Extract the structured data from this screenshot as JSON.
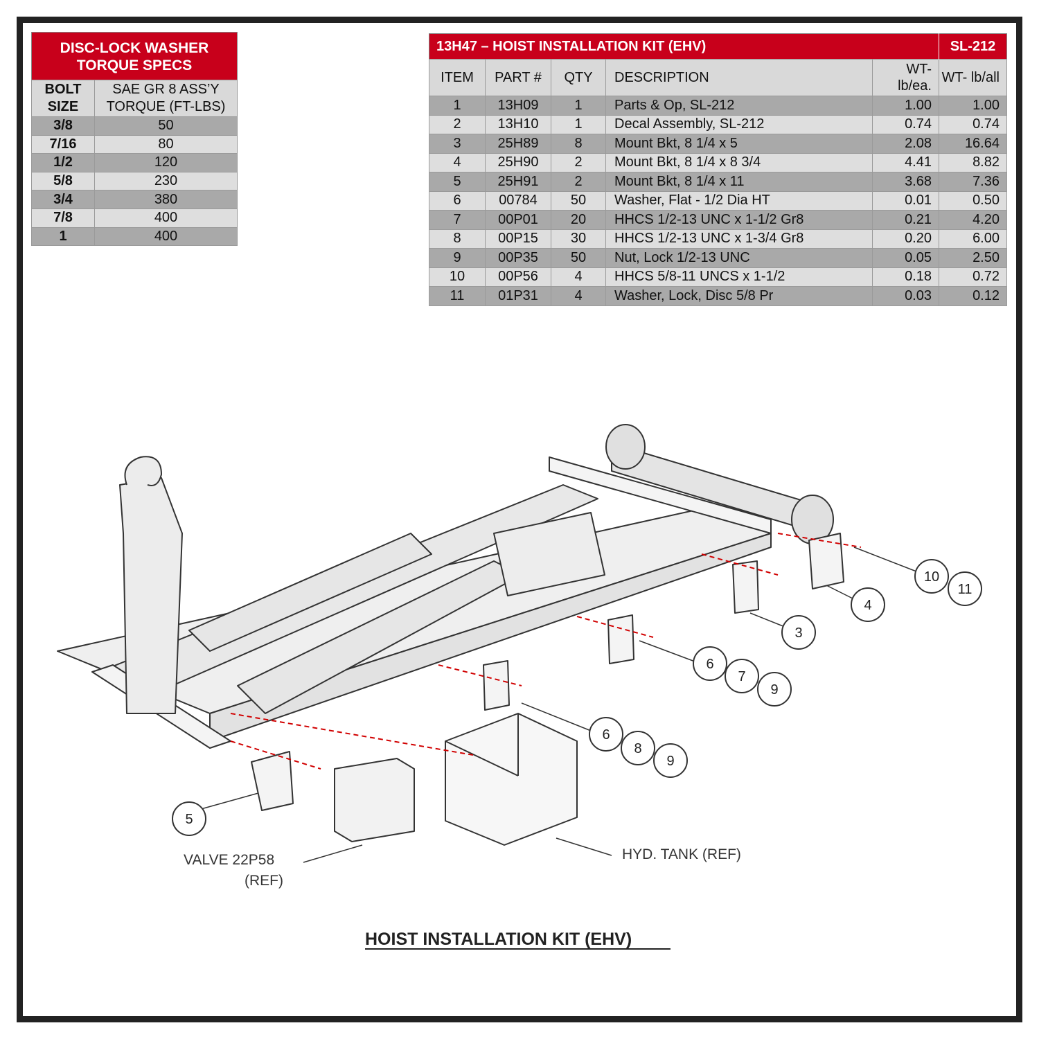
{
  "torque_table": {
    "title": "DISC-LOCK WASHER TORQUE SPECS",
    "col_bolt": "BOLT SIZE",
    "col_torque": "SAE GR 8 ASS’Y TORQUE (FT-LBS)",
    "rows": [
      {
        "size": "3/8",
        "torque": "50"
      },
      {
        "size": "7/16",
        "torque": "80"
      },
      {
        "size": "1/2",
        "torque": "120"
      },
      {
        "size": "5/8",
        "torque": "230"
      },
      {
        "size": "3/4",
        "torque": "380"
      },
      {
        "size": "7/8",
        "torque": "400"
      },
      {
        "size": "1",
        "torque": "400"
      }
    ]
  },
  "kit_table": {
    "title": "13H47 – HOIST INSTALLATION KIT (EHV)",
    "model": "SL-212",
    "headers": {
      "item": "ITEM",
      "part": "PART #",
      "qty": "QTY",
      "desc": "DESCRIPTION",
      "wt_ea": "WT- lb/ea.",
      "wt_all": "WT- lb/all"
    },
    "rows": [
      {
        "item": "1",
        "part": "13H09",
        "qty": "1",
        "desc": "Parts & Op, SL-212",
        "wt_ea": "1.00",
        "wt_all": "1.00"
      },
      {
        "item": "2",
        "part": "13H10",
        "qty": "1",
        "desc": "Decal Assembly, SL-212",
        "wt_ea": "0.74",
        "wt_all": "0.74"
      },
      {
        "item": "3",
        "part": "25H89",
        "qty": "8",
        "desc": "Mount Bkt, 8 1/4 x 5",
        "wt_ea": "2.08",
        "wt_all": "16.64"
      },
      {
        "item": "4",
        "part": "25H90",
        "qty": "2",
        "desc": "Mount Bkt, 8 1/4 x 8 3/4",
        "wt_ea": "4.41",
        "wt_all": "8.82"
      },
      {
        "item": "5",
        "part": "25H91",
        "qty": "2",
        "desc": "Mount Bkt, 8 1/4 x 11",
        "wt_ea": "3.68",
        "wt_all": "7.36"
      },
      {
        "item": "6",
        "part": "00784",
        "qty": "50",
        "desc": "Washer, Flat - 1/2 Dia HT",
        "wt_ea": "0.01",
        "wt_all": "0.50"
      },
      {
        "item": "7",
        "part": "00P01",
        "qty": "20",
        "desc": "HHCS 1/2-13 UNC x 1-1/2 Gr8",
        "wt_ea": "0.21",
        "wt_all": "4.20"
      },
      {
        "item": "8",
        "part": "00P15",
        "qty": "30",
        "desc": "HHCS 1/2-13 UNC x 1-3/4  Gr8",
        "wt_ea": "0.20",
        "wt_all": "6.00"
      },
      {
        "item": "9",
        "part": "00P35",
        "qty": "50",
        "desc": "Nut, Lock 1/2-13 UNC",
        "wt_ea": "0.05",
        "wt_all": "2.50"
      },
      {
        "item": "10",
        "part": "00P56",
        "qty": "4",
        "desc": "HHCS 5/8-11 UNCS x 1-1/2",
        "wt_ea": "0.18",
        "wt_all": "0.72"
      },
      {
        "item": "11",
        "part": "01P31",
        "qty": "4",
        "desc": "Washer, Lock, Disc 5/8 Pr",
        "wt_ea": "0.03",
        "wt_all": "0.12"
      }
    ]
  },
  "diagram": {
    "callouts": [
      "10",
      "11",
      "4",
      "3",
      "6",
      "7",
      "9",
      "6",
      "8",
      "9",
      "5"
    ],
    "label_valve_1": "VALVE 22P58",
    "label_valve_2": "(REF)",
    "label_tank": "HYD. TANK (REF)",
    "caption": "HOIST INSTALLATION KIT (EHV)"
  }
}
